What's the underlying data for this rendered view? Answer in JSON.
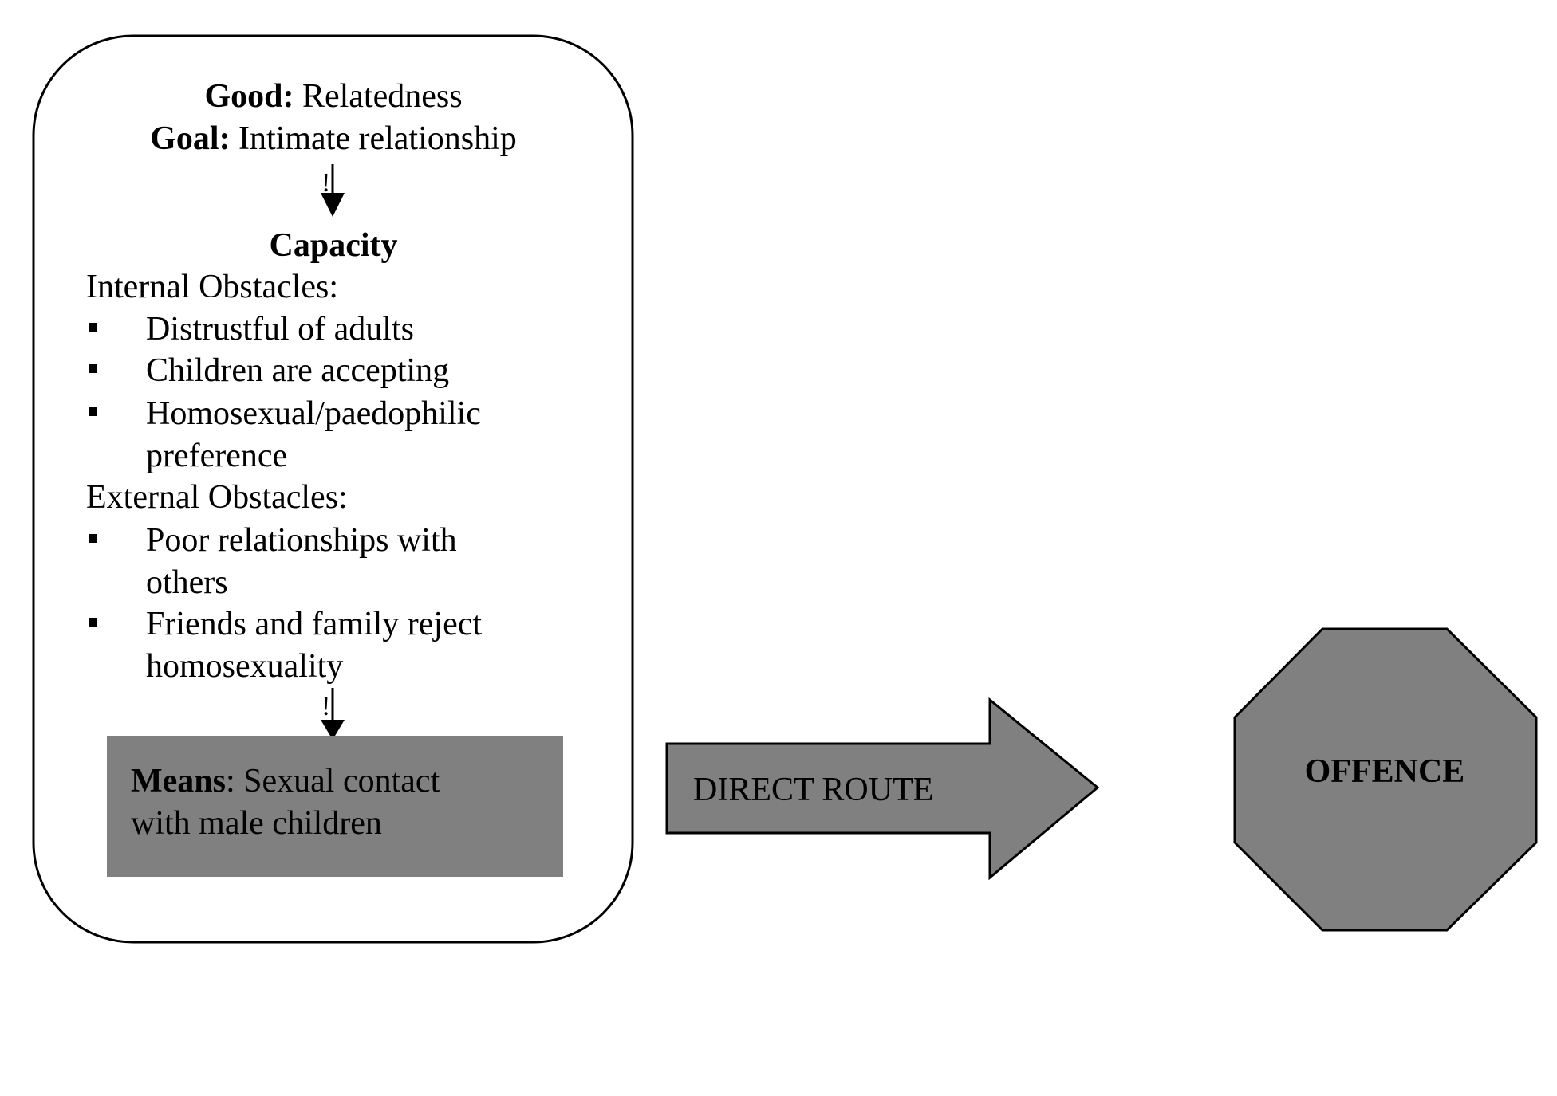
{
  "left_box": {
    "good_label": "Good:",
    "good_value": "Relatedness",
    "goal_label": "Goal:",
    "goal_value": "Intimate relationship",
    "arrow_glyph": "!",
    "capacity_heading": "Capacity",
    "internal_heading": "Internal Obstacles:",
    "internal_items": [
      [
        "Distrustful of adults"
      ],
      [
        "Children are accepting"
      ],
      [
        "Homosexual/paedophilic",
        "preference"
      ]
    ],
    "external_heading": "External Obstacles:",
    "external_items": [
      [
        "Poor relationships with",
        "others"
      ],
      [
        "Friends and family reject",
        "homosexuality"
      ]
    ],
    "means_label": "Means",
    "means_line1": ": Sexual contact",
    "means_line2": "with male children"
  },
  "route_arrow": {
    "label": "DIRECT ROUTE"
  },
  "offence": {
    "label": "OFFENCE"
  },
  "colors": {
    "fill_gray": "#808080",
    "stroke": "#000000"
  }
}
